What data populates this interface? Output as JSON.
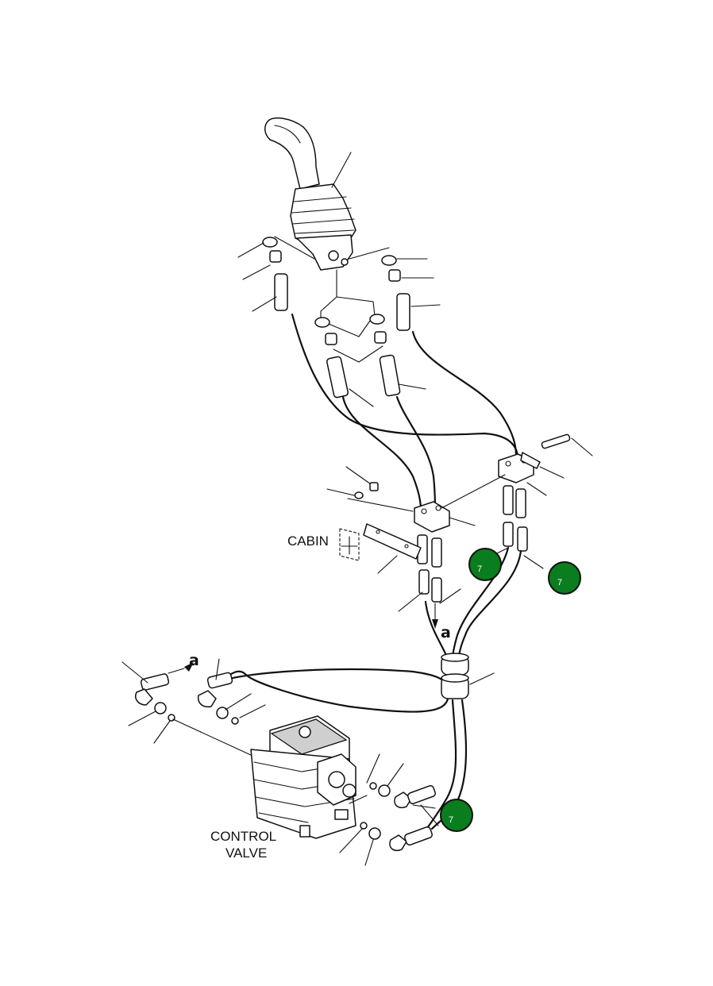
{
  "labels": {
    "cabin": "CABIN",
    "control_valve_line1": "CONTROL",
    "control_valve_line2": "VALVE",
    "view_ref_lower": "a",
    "view_ref_left": "a"
  },
  "callouts": [
    {
      "id": "callout-right-top",
      "number": "7"
    },
    {
      "id": "callout-right-far",
      "number": "7"
    },
    {
      "id": "callout-bottom",
      "number": "7"
    }
  ],
  "colors": {
    "callout_fill": "#0a7d1e",
    "ink": "#111111",
    "background": "#ffffff"
  }
}
